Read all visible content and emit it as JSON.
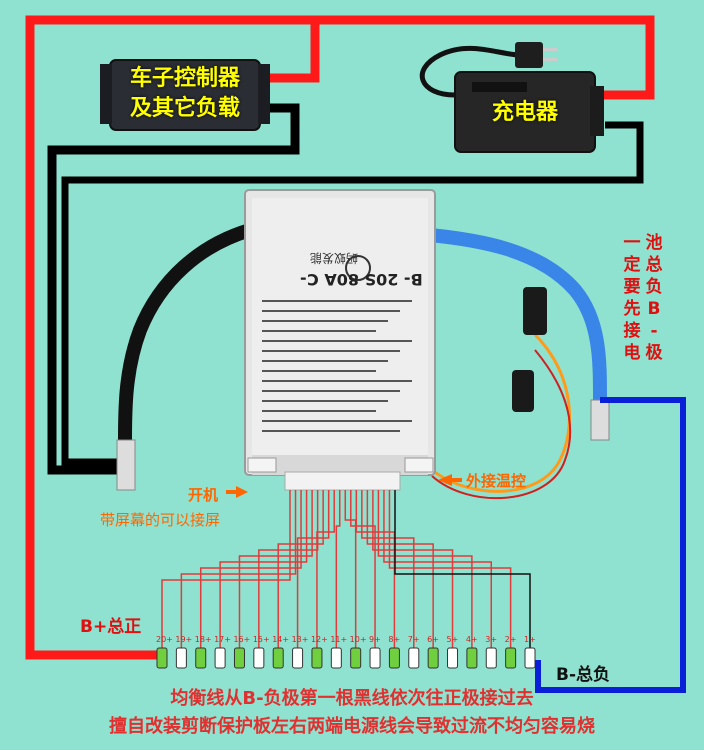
{
  "controller_box": {
    "line1": "车子控制器",
    "line2": "及其它负载"
  },
  "charger_box": {
    "label": "充电器"
  },
  "bms_board": {
    "model": "B- 20S 80A C-",
    "brand": "蚂蚁发能"
  },
  "side_note": {
    "text": "一定要先接电池总负B-极"
  },
  "callouts": {
    "power_on": "开机",
    "screen_note": "带屏幕的可以接屏",
    "temp_control": "外接温控"
  },
  "terminals": {
    "b_plus": "B+总正",
    "b_minus": "B-总负"
  },
  "balance_labels": [
    "20+",
    "19+",
    "18+",
    "17+",
    "16+",
    "15+",
    "14+",
    "13+",
    "12+",
    "11+",
    "10+",
    "9+",
    "8+",
    "7+",
    "6+",
    "5+",
    "4+",
    "3+",
    "2+",
    "1+"
  ],
  "bottom_notes": {
    "line1": "均衡线从B-负极第一根黑线依次往正极接过去",
    "line2": "擅自改装剪断保护板左右两端电源线会导致过流不均匀容易烧"
  },
  "colors": {
    "background": "#8fe2cf",
    "positive_wire": "#ff1a1a",
    "negative_wire": "#000000",
    "b_minus_wire": "#0a1fd8",
    "label_yellow": "#ffff00",
    "callout_orange": "#ff6600"
  }
}
